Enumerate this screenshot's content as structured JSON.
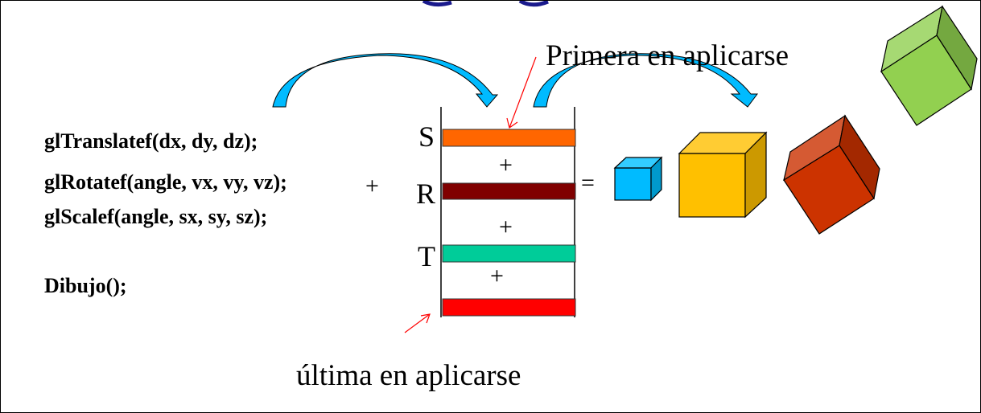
{
  "code_lines": [
    "glTranslatef(dx, dy, dz);",
    "glRotatef(angle, vx, vy, vz);",
    "glScalef(angle, sx, sy, sz);",
    "Dibujo();"
  ],
  "stack_labels": {
    "s": "S",
    "r": "R",
    "t": "T"
  },
  "operators": {
    "plus": "+",
    "equals": "="
  },
  "annotations": {
    "first": "Primera en aplicarse",
    "last": "última en aplicarse"
  },
  "colors": {
    "s_bar": "#ff6600",
    "r_bar": "#800000",
    "t_bar": "#00cc99",
    "draw_bar": "#ff0000",
    "arrow": "#00bbff"
  }
}
